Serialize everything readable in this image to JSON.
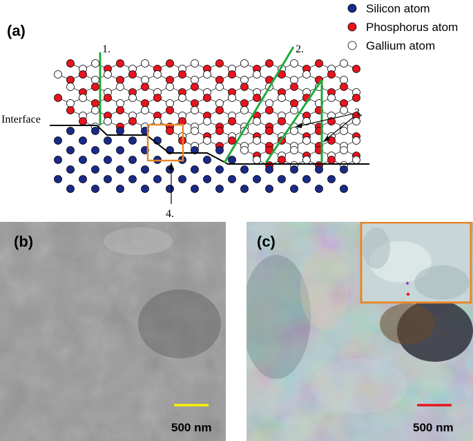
{
  "panels": {
    "a": {
      "label": "(a)"
    },
    "b": {
      "label": "(b)",
      "scale_bar": {
        "text": "500 nm",
        "color": "#ffee00"
      }
    },
    "c": {
      "label": "(c)",
      "scale_bar": {
        "text": "500 nm",
        "color": "#e8141e"
      }
    }
  },
  "legend": [
    {
      "label": "Silicon atom",
      "color": "#1a2a8a"
    },
    {
      "label": "Phosphorus atom",
      "color": "#e8141e"
    },
    {
      "label": "Gallium atom",
      "color": "#ffffff"
    }
  ],
  "annotations": {
    "interface": "Interface",
    "n1": "1.",
    "n2": "2.",
    "n3": "3.",
    "n4": "4."
  },
  "colors": {
    "defect_line": "#1faa3c",
    "highlight_box": "#e8862a",
    "bond": "#555555",
    "inset_border": "#e8862a"
  }
}
